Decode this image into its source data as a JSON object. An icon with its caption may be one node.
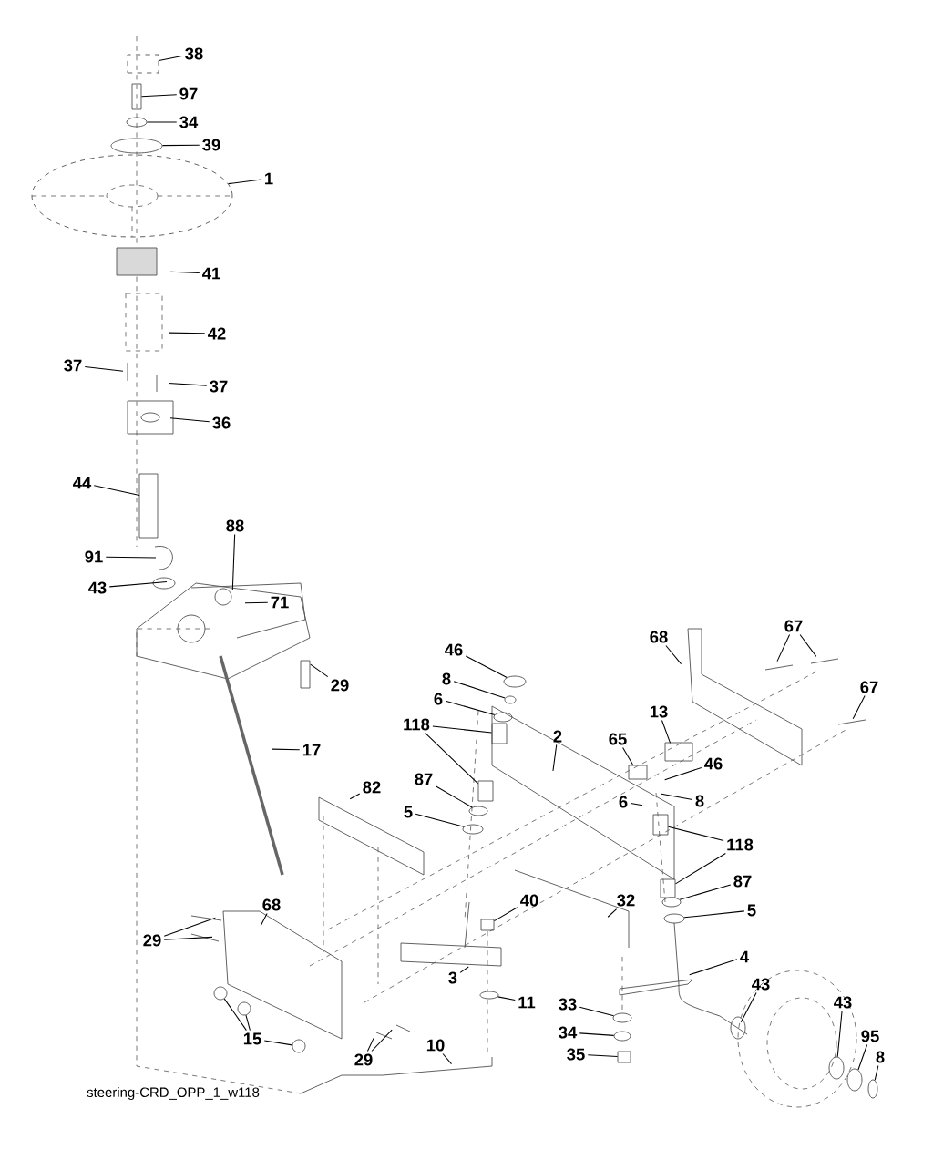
{
  "diagram": {
    "nodes": [
      {
        "text": [
          "38"
        ]
      },
      {
        "text": [
          "97"
        ]
      },
      {
        "text": [
          "34"
        ]
      },
      {
        "text": [
          "39"
        ]
      },
      {
        "text": [
          "1"
        ]
      },
      {
        "text": [
          "41"
        ]
      },
      {
        "text": [
          "42"
        ]
      },
      {
        "text": [
          "37"
        ]
      },
      {
        "text": [
          "37"
        ]
      },
      {
        "text": [
          "36"
        ]
      },
      {
        "text": [
          "44"
        ]
      },
      {
        "text": [
          "88"
        ]
      },
      {
        "text": [
          "91"
        ]
      },
      {
        "text": [
          "43"
        ]
      },
      {
        "text": [
          "71"
        ]
      },
      {
        "text": [
          "67"
        ]
      },
      {
        "text": [
          "68"
        ]
      },
      {
        "text": [
          "46"
        ]
      },
      {
        "text": [
          "8"
        ]
      },
      {
        "text": [
          "29"
        ]
      },
      {
        "text": [
          "67"
        ]
      },
      {
        "text": [
          "6"
        ]
      },
      {
        "text": [
          "13"
        ]
      },
      {
        "text": [
          "118"
        ]
      },
      {
        "text": [
          "2"
        ]
      },
      {
        "text": [
          "65"
        ]
      },
      {
        "text": [
          "17"
        ]
      },
      {
        "text": [
          "46"
        ]
      },
      {
        "text": [
          "87"
        ]
      },
      {
        "text": [
          "82"
        ]
      },
      {
        "text": [
          "8"
        ]
      },
      {
        "text": [
          "6"
        ]
      },
      {
        "text": [
          "5"
        ]
      },
      {
        "text": [
          "118"
        ]
      },
      {
        "text": [
          "87"
        ]
      },
      {
        "text": [
          "40"
        ]
      },
      {
        "text": [
          "32"
        ]
      },
      {
        "text": [
          "68"
        ]
      },
      {
        "text": [
          "5"
        ]
      },
      {
        "text": [
          "29"
        ]
      },
      {
        "text": [
          "4"
        ]
      },
      {
        "text": [
          "3"
        ]
      },
      {
        "text": [
          "43"
        ]
      },
      {
        "text": [
          "11"
        ]
      },
      {
        "text": [
          "43"
        ]
      },
      {
        "text": [
          "33"
        ]
      },
      {
        "text": [
          "34"
        ]
      },
      {
        "text": [
          "95"
        ]
      },
      {
        "text": [
          "15"
        ]
      },
      {
        "text": [
          "10"
        ]
      },
      {
        "text": [
          "35"
        ]
      },
      {
        "text": [
          "29"
        ]
      },
      {
        "text": [
          "8"
        ]
      },
      {
        "text": [],
        "shape": "wheel"
      },
      {
        "text": [],
        "shape": "circle"
      },
      {
        "text": [],
        "shape": "circle"
      },
      {
        "text": [],
        "shape": "box"
      },
      {
        "text": [],
        "shape": "box"
      },
      {
        "text": [],
        "shape": "circle"
      },
      {
        "text": [],
        "shape": "circle"
      },
      {
        "text": [],
        "shape": "box"
      },
      {
        "text": [],
        "shape": "box"
      },
      {
        "text": [],
        "shape": "circle"
      },
      {
        "text": [],
        "shape": "box"
      },
      {
        "text": [],
        "shape": "circle"
      },
      {
        "text": [],
        "shape": "circle"
      },
      {
        "text": [],
        "shape": "circle"
      },
      {
        "text": [],
        "shape": "circle"
      },
      {
        "text": [],
        "shape": "circle"
      },
      {
        "text": [],
        "shape": "circle"
      },
      {
        "text": [],
        "shape": "circle"
      },
      {
        "text": [],
        "shape": "circle"
      },
      {
        "text": [],
        "shape": "circle"
      },
      {
        "text": [],
        "shape": "box"
      },
      {
        "text": [],
        "shape": "circle"
      },
      {
        "text": [],
        "shape": "circle"
      },
      {
        "text": [],
        "shape": "circle"
      },
      {
        "text": [],
        "shape": "circle"
      },
      {
        "text": [],
        "shape": "box"
      },
      {
        "text": [],
        "shape": "cylinder"
      }
    ],
    "edges": [
      {
        "from": 0,
        "to": 79,
        "arrow": "none"
      },
      {
        "from": 1,
        "to": 78,
        "arrow": "none"
      },
      {
        "from": 2,
        "to": 77,
        "arrow": "none"
      },
      {
        "from": 3,
        "to": 75,
        "arrow": "none"
      },
      {
        "from": 4,
        "to": 53,
        "arrow": "none"
      },
      {
        "from": 5,
        "to": null,
        "arrow": "none"
      },
      {
        "from": 6,
        "to": null,
        "arrow": "none"
      },
      {
        "from": 7,
        "to": null,
        "arrow": "none"
      },
      {
        "from": 8,
        "to": null,
        "arrow": "none"
      },
      {
        "from": 9,
        "to": null,
        "arrow": "none"
      },
      {
        "from": 10,
        "to": null,
        "arrow": "none"
      },
      {
        "from": 11,
        "to": null,
        "arrow": "none"
      },
      {
        "from": 12,
        "to": null,
        "arrow": "none"
      },
      {
        "from": 13,
        "to": null,
        "arrow": "none"
      },
      {
        "from": 14,
        "to": null,
        "arrow": "none"
      },
      {
        "from": 15,
        "to": null,
        "arrow": "none"
      },
      {
        "from": 15,
        "to": null,
        "arrow": "none"
      },
      {
        "from": 16,
        "to": null,
        "arrow": "none"
      },
      {
        "from": 17,
        "to": 54,
        "arrow": "none"
      },
      {
        "from": 18,
        "to": 76,
        "arrow": "none"
      },
      {
        "from": 19,
        "to": null,
        "arrow": "none"
      },
      {
        "from": 20,
        "to": null,
        "arrow": "none"
      },
      {
        "from": 21,
        "to": 55,
        "arrow": "none"
      },
      {
        "from": 22,
        "to": null,
        "arrow": "none"
      },
      {
        "from": 23,
        "to": 56,
        "arrow": "none"
      },
      {
        "from": 23,
        "to": 57,
        "arrow": "none"
      },
      {
        "from": 24,
        "to": null,
        "arrow": "none"
      },
      {
        "from": 25,
        "to": null,
        "arrow": "none"
      },
      {
        "from": 26,
        "to": null,
        "arrow": "none"
      },
      {
        "from": 27,
        "to": null,
        "arrow": "none"
      },
      {
        "from": 28,
        "to": 58,
        "arrow": "none"
      },
      {
        "from": 29,
        "to": null,
        "arrow": "none"
      },
      {
        "from": 30,
        "to": null,
        "arrow": "none"
      },
      {
        "from": 31,
        "to": null,
        "arrow": "none"
      },
      {
        "from": 32,
        "to": 59,
        "arrow": "none"
      },
      {
        "from": 33,
        "to": 60,
        "arrow": "none"
      },
      {
        "from": 33,
        "to": 61,
        "arrow": "none"
      },
      {
        "from": 34,
        "to": 62,
        "arrow": "none"
      },
      {
        "from": 35,
        "to": 63,
        "arrow": "none"
      },
      {
        "from": 36,
        "to": null,
        "arrow": "none"
      },
      {
        "from": 37,
        "to": null,
        "arrow": "none"
      },
      {
        "from": 38,
        "to": 64,
        "arrow": "none"
      },
      {
        "from": 39,
        "to": null,
        "arrow": "none"
      },
      {
        "from": 39,
        "to": null,
        "arrow": "none"
      },
      {
        "from": 40,
        "to": null,
        "arrow": "none"
      },
      {
        "from": 41,
        "to": null,
        "arrow": "none"
      },
      {
        "from": 42,
        "to": null,
        "arrow": "none"
      },
      {
        "from": 43,
        "to": 65,
        "arrow": "none"
      },
      {
        "from": 44,
        "to": 66,
        "arrow": "none"
      },
      {
        "from": 45,
        "to": 67,
        "arrow": "none"
      },
      {
        "from": 46,
        "to": 68,
        "arrow": "none"
      },
      {
        "from": 47,
        "to": 69,
        "arrow": "none"
      },
      {
        "from": 48,
        "to": 70,
        "arrow": "none"
      },
      {
        "from": 48,
        "to": 71,
        "arrow": "none"
      },
      {
        "from": 48,
        "to": 72,
        "arrow": "none"
      },
      {
        "from": 49,
        "to": null,
        "arrow": "none"
      },
      {
        "from": 50,
        "to": 73,
        "arrow": "none"
      },
      {
        "from": 51,
        "to": null,
        "arrow": "none"
      },
      {
        "from": 51,
        "to": null,
        "arrow": "none"
      },
      {
        "from": 52,
        "to": 74,
        "arrow": "none"
      }
    ],
    "labels": [
      "steering-CRD_OPP_1_w118"
    ]
  }
}
